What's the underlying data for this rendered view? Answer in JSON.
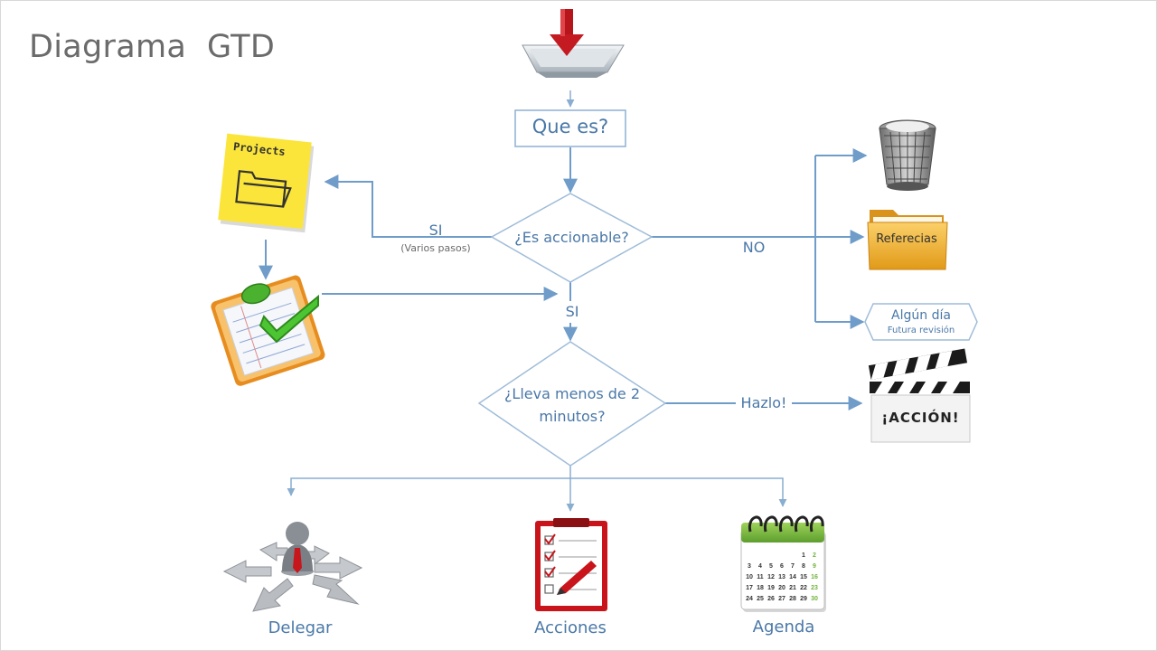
{
  "title": "Diagrama  GTD",
  "nodes": {
    "que_es": "Que es?",
    "es_accionable": "¿Es accionable?",
    "lleva_menos_line1": "¿Lleva menos de 2",
    "lleva_menos_line2": "minutos?",
    "referencias": "Referecias",
    "algun_dia": "Algún día",
    "futura_revision": "Futura revisión",
    "accion": "¡ACCIÓN!",
    "projects": "Projects"
  },
  "edges": {
    "si_left": "SI",
    "varios_pasos": "(Varios pasos)",
    "no": "NO",
    "si_down": "SI",
    "hazlo": "Hazlo!"
  },
  "bottom": {
    "delegar": "Delegar",
    "acciones": "Acciones",
    "agenda": "Agenda"
  },
  "calendar": {
    "numbers": [
      "1",
      "2",
      "3",
      "4",
      "5",
      "6",
      "7",
      "8",
      "9",
      "10",
      "11",
      "12",
      "13",
      "14",
      "15",
      "16",
      "17",
      "18",
      "19",
      "20",
      "21",
      "22",
      "23",
      "24",
      "25",
      "26",
      "27",
      "28",
      "29",
      "30"
    ]
  },
  "colors": {
    "line": "#6f9cc9",
    "text": "#4a78a8",
    "box_border": "#8db0d3"
  }
}
